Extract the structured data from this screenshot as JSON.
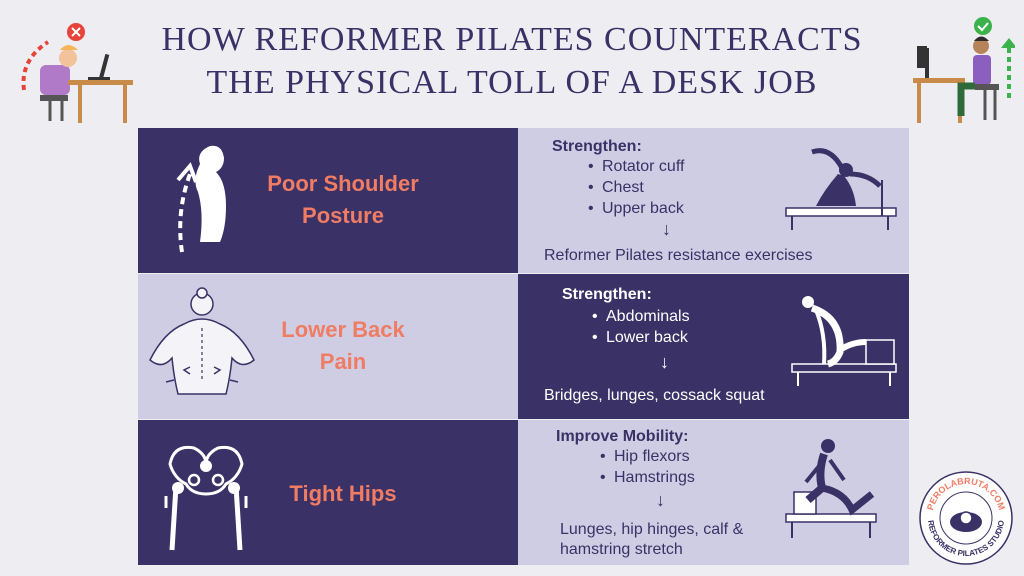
{
  "title": {
    "line1": "HOW REFORMER PILATES COUNTERACTS",
    "line2": "THE PHYSICAL TOLL OF A DESK JOB"
  },
  "rows": [
    {
      "issue_line1": "Poor Shoulder",
      "issue_line2": "Posture",
      "heading": "Strengthen:",
      "items": [
        "Rotator cuff",
        "Chest",
        "Upper back"
      ],
      "arrow": "↓",
      "exercises_line1": "Reformer Pilates resistance exercises",
      "exercises_line2": ""
    },
    {
      "issue_line1": "Lower Back",
      "issue_line2": "Pain",
      "heading": "Strengthen:",
      "items": [
        "Abdominals",
        "Lower back"
      ],
      "arrow": "↓",
      "exercises_line1": "Bridges, lunges, cossack squat",
      "exercises_line2": ""
    },
    {
      "issue_line1": "Tight Hips",
      "issue_line2": "",
      "heading": "Improve Mobility:",
      "items": [
        "Hip flexors",
        "Hamstrings"
      ],
      "arrow": "↓",
      "exercises_line1": "Lunges, hip hinges, calf &",
      "exercises_line2": "hamstring stretch"
    }
  ],
  "logo": {
    "text_top": "PEROLABRUTA.COM",
    "text_bottom": "REFORMER PILATES STUDIO"
  },
  "colors": {
    "dark": "#3a3166",
    "light": "#cfcde4",
    "accent": "#ef7c63",
    "background": "#eeedf2"
  }
}
